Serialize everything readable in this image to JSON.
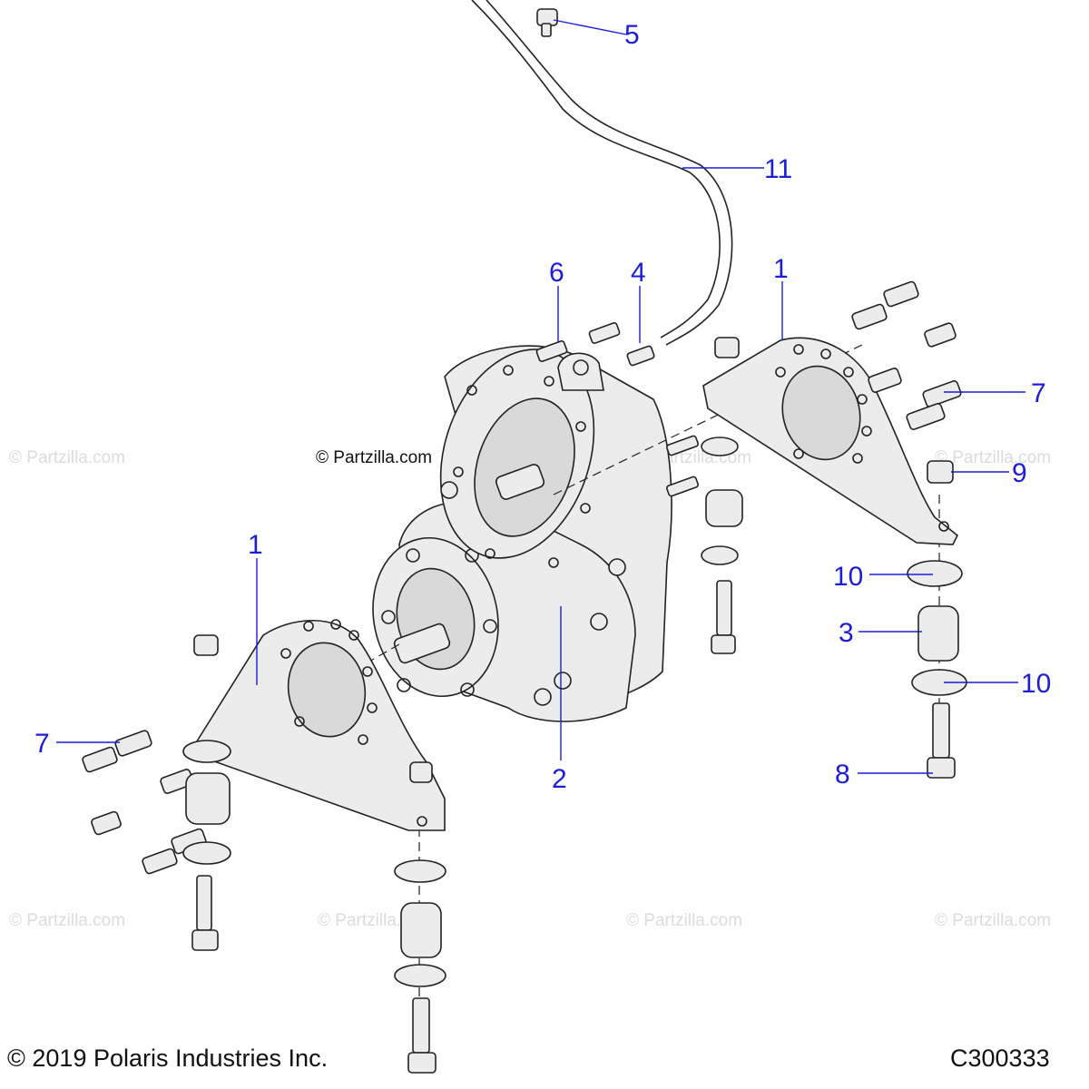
{
  "watermark": "© Partzilla.com",
  "center_watermark": "© Partzilla.com",
  "footer": {
    "copyright": "© 2019 Polaris Industries Inc.",
    "diagram_id": "C300333"
  },
  "callouts": [
    {
      "id": "c5",
      "label": "5"
    },
    {
      "id": "c11",
      "label": "11"
    },
    {
      "id": "c6",
      "label": "6"
    },
    {
      "id": "c4",
      "label": "4"
    },
    {
      "id": "c1a",
      "label": "1"
    },
    {
      "id": "c7a",
      "label": "7"
    },
    {
      "id": "c9",
      "label": "9"
    },
    {
      "id": "c1b",
      "label": "1"
    },
    {
      "id": "c10a",
      "label": "10"
    },
    {
      "id": "c3",
      "label": "3"
    },
    {
      "id": "c10b",
      "label": "10"
    },
    {
      "id": "c7b",
      "label": "7"
    },
    {
      "id": "c2",
      "label": "2"
    },
    {
      "id": "c8",
      "label": "8"
    }
  ],
  "colors": {
    "callout": "#1d1dd6",
    "line_art": "#222222",
    "part_fill": "#ececec"
  }
}
